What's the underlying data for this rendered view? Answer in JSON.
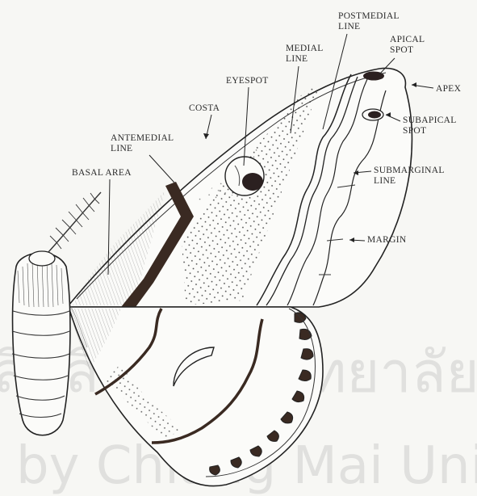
{
  "labels": {
    "postmedial_line": [
      "POSTMEDIAL",
      "LINE"
    ],
    "apical_spot": [
      "APICAL",
      "SPOT"
    ],
    "medial_line": [
      "MEDIAL",
      "LINE"
    ],
    "apex": "APEX",
    "eyespot": "EYESPOT",
    "subapical_spot": [
      "SUBAPICAL",
      "SPOT"
    ],
    "costa": "COSTA",
    "antemedial_line": [
      "ANTEMEDIAL",
      "LINE"
    ],
    "submarginal_line": [
      "SUBMARGINAL",
      "LINE"
    ],
    "basal_area": "BASAL AREA",
    "margin": "MARGIN"
  },
  "watermark": {
    "line1": "ลิขสิทธิ์มหาวิทยาลัยเชียงใหม่",
    "line2": "by Chiang Mai Uni"
  },
  "colors": {
    "ink": "#2b2b2b",
    "band": "#3a2a22",
    "paper": "#f7f7f4"
  }
}
